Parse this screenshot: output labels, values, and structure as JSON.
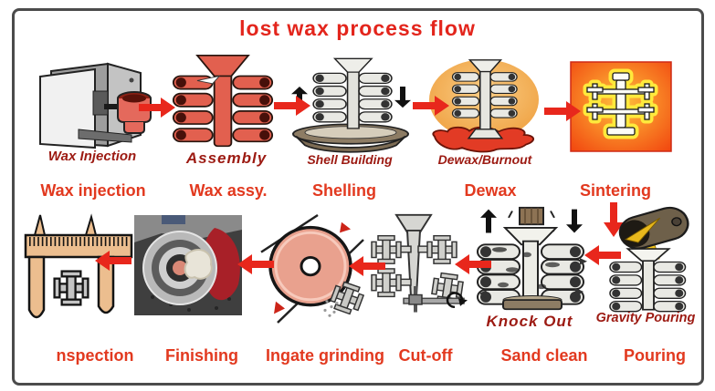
{
  "title": "lost wax process flow",
  "colors": {
    "title": "#e3251c",
    "stage_label": "#e2391f",
    "caption": "#9c1a12",
    "arrow": "#e8271c",
    "sintering_furnace": "#f1430e",
    "wax_red": "#e2604f",
    "shell_gray": "#e9e9e4"
  },
  "stages_top": [
    {
      "label": "Wax injection",
      "caption": "Wax Injection",
      "icon": "wax-injection-mold-icon"
    },
    {
      "label": "Wax assy.",
      "caption": "Assembly",
      "icon": "wax-tree-assembly-icon"
    },
    {
      "label": "Shelling",
      "caption": "Shell Building",
      "icon": "shell-building-icon"
    },
    {
      "label": "Dewax",
      "caption": "Dewax/Burnout",
      "icon": "dewax-burnout-oven-icon"
    },
    {
      "label": "Sintering",
      "caption": "",
      "icon": "sintering-furnace-icon"
    }
  ],
  "stages_bottom": [
    {
      "label": "nspection",
      "caption": "",
      "icon": "inspection-caliper-icon"
    },
    {
      "label": "Finishing",
      "caption": "",
      "icon": "finishing-polishing-photo"
    },
    {
      "label": "Ingate grinding",
      "caption": "",
      "icon": "grinding-wheel-icon"
    },
    {
      "label": "Cut-off",
      "caption": "",
      "icon": "cut-off-saw-icon"
    },
    {
      "label": "Sand clean",
      "caption": "Knock Out",
      "icon": "knock-out-icon"
    },
    {
      "label": "Pouring",
      "caption": "Gravity Pouring",
      "icon": "gravity-pouring-ladle-icon"
    }
  ]
}
